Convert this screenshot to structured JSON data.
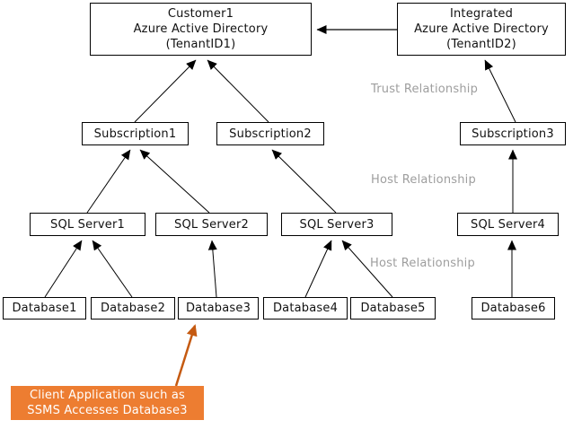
{
  "diagram": {
    "nodes": {
      "customer_aad": {
        "lines": [
          "Customer1",
          "Azure  Active Directory",
          "(TenantID1)"
        ]
      },
      "integrated_aad": {
        "lines": [
          "Integrated",
          "Azure  Active Directory",
          "(TenantID2)"
        ]
      },
      "subscription1": "Subscription1",
      "subscription2": "Subscription2",
      "subscription3": "Subscription3",
      "sql_server1": "SQL Server1",
      "sql_server2": "SQL Server2",
      "sql_server3": "SQL Server3",
      "sql_server4": "SQL Server4",
      "database1": "Database1",
      "database2": "Database2",
      "database3": "Database3",
      "database4": "Database4",
      "database5": "Database5",
      "database6": "Database6"
    },
    "labels": {
      "trust_relationship": "Trust Relationship",
      "host_relationship_upper": "Host Relationship",
      "host_relationship_lower": "Host Relationship"
    },
    "note": {
      "lines": [
        "Client  Application  such as",
        "SSMS  Accesses Database3"
      ]
    },
    "edges": [
      {
        "from": "integrated_aad",
        "to": "customer_aad",
        "meaning": "Trust Relationship"
      },
      {
        "from": "subscription1",
        "to": "customer_aad",
        "meaning": "Trust Relationship"
      },
      {
        "from": "subscription2",
        "to": "customer_aad",
        "meaning": "Trust Relationship"
      },
      {
        "from": "subscription3",
        "to": "integrated_aad",
        "meaning": "Trust Relationship"
      },
      {
        "from": "sql_server1",
        "to": "subscription1",
        "meaning": "Host Relationship"
      },
      {
        "from": "sql_server2",
        "to": "subscription1",
        "meaning": "Host Relationship"
      },
      {
        "from": "sql_server3",
        "to": "subscription2",
        "meaning": "Host Relationship"
      },
      {
        "from": "sql_server4",
        "to": "subscription3",
        "meaning": "Host Relationship"
      },
      {
        "from": "database1",
        "to": "sql_server1",
        "meaning": "Host Relationship"
      },
      {
        "from": "database2",
        "to": "sql_server1",
        "meaning": "Host Relationship"
      },
      {
        "from": "database3",
        "to": "sql_server2",
        "meaning": "Host Relationship"
      },
      {
        "from": "database4",
        "to": "sql_server3",
        "meaning": "Host Relationship"
      },
      {
        "from": "database5",
        "to": "sql_server3",
        "meaning": "Host Relationship"
      },
      {
        "from": "database6",
        "to": "sql_server4",
        "meaning": "Host Relationship"
      },
      {
        "from": "client_application_note",
        "to": "database3",
        "meaning": "Client access"
      }
    ],
    "colors": {
      "node_border": "#000000",
      "node_bg": "#FFFFFF",
      "edge": "#000000",
      "relationship_label": "#9E9E9E",
      "note_bg": "#ED7D31",
      "note_text": "#FFFFFF",
      "note_arrow": "#C55A11"
    }
  }
}
